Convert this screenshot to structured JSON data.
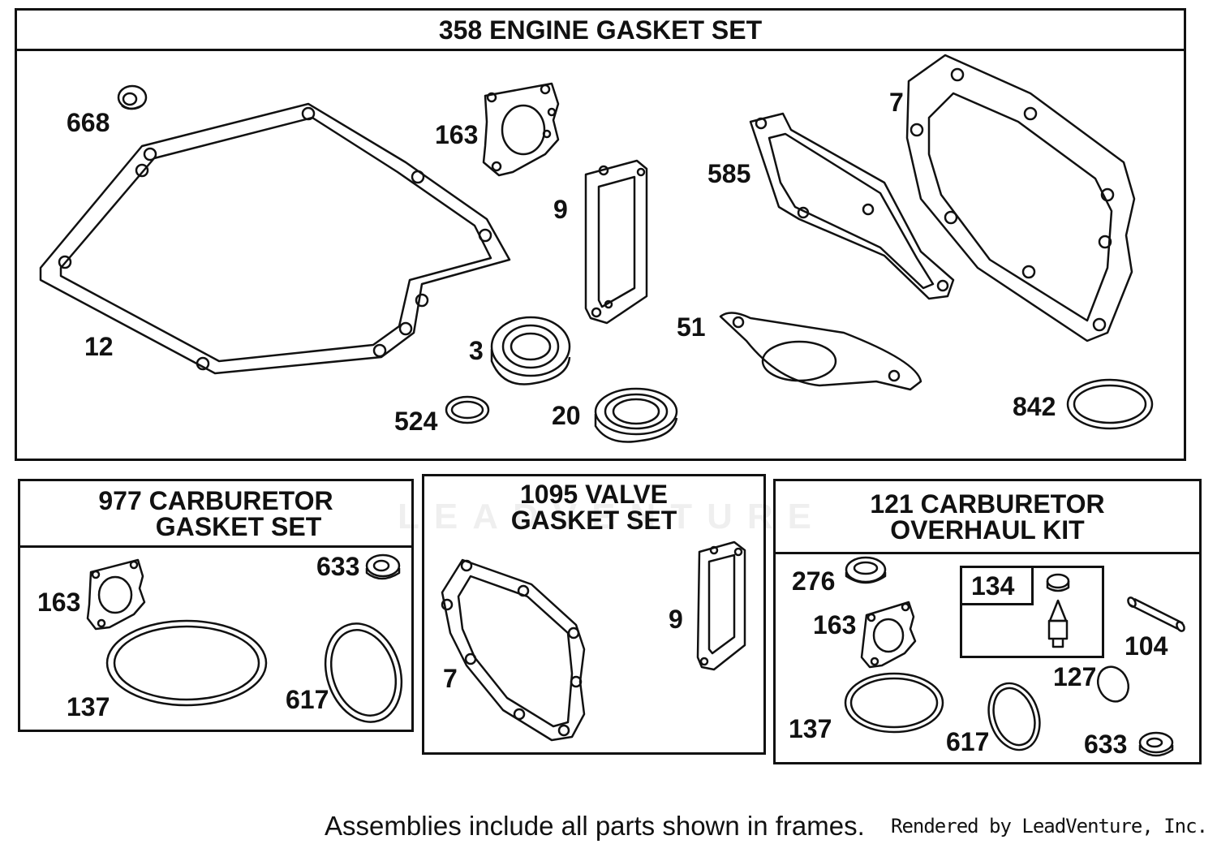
{
  "frames": {
    "engine": {
      "title": "358 ENGINE GASKET SET"
    },
    "carb_gasket": {
      "title_line1": "977 CARBURETOR",
      "title_line2": "GASKET SET"
    },
    "valve": {
      "title_line1": "1095 VALVE",
      "title_line2": "GASKET SET"
    },
    "overhaul": {
      "title_line1": "121 CARBURETOR",
      "title_line2": "OVERHAUL KIT"
    }
  },
  "engine_parts": {
    "p668": "668",
    "p163": "163",
    "p9": "9",
    "p585": "585",
    "p7": "7",
    "p12": "12",
    "p3": "3",
    "p51": "51",
    "p524": "524",
    "p20": "20",
    "p842": "842"
  },
  "carb_parts": {
    "p163": "163",
    "p633": "633",
    "p137": "137",
    "p617": "617"
  },
  "valve_parts": {
    "p7": "7",
    "p9": "9"
  },
  "overhaul_parts": {
    "p276": "276",
    "p134": "134",
    "p163": "163",
    "p104": "104",
    "p127": "127",
    "p137": "137",
    "p617": "617",
    "p633": "633"
  },
  "footer": {
    "note": "Assemblies include all parts shown in frames.",
    "credit": "Rendered by LeadVenture, Inc."
  },
  "watermark": "LEADVENTURE"
}
